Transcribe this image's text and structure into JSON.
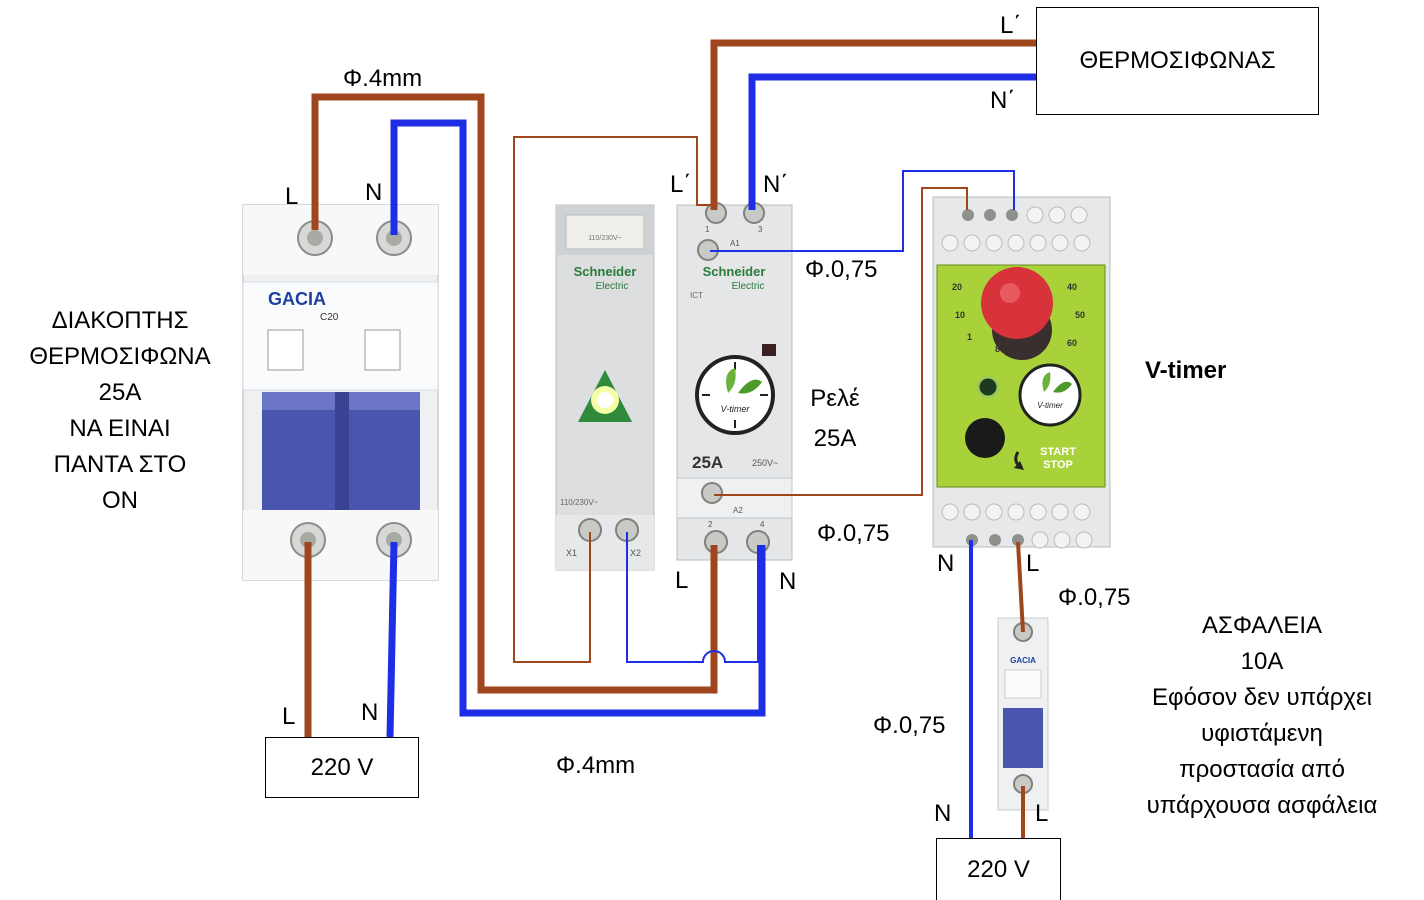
{
  "colors": {
    "live_wire": "#a0461e",
    "neutral_wire": "#1e2ee6",
    "breaker_handle": "#4a55b0",
    "indicator_green": "#8de04a",
    "timer_panel": "#a9d23a",
    "timer_knob": "#d8323a"
  },
  "labels": {
    "water_heater": "ΘΕΡΜΟΣΙΦΩΝΑΣ",
    "supply_left": "220 V",
    "supply_right": "220 V",
    "wire_top": "Φ.4mm",
    "wire_bottom": "Φ.4mm",
    "wire_relay_a1": "Φ.0,75",
    "wire_relay_a2": "Φ.0,75",
    "wire_fuse": "Φ.0,75",
    "wire_neutral_right": "Φ.0,75",
    "heater_L": "L΄",
    "heater_N": "N΄",
    "relay_L_out": "L΄",
    "relay_N_out": "N΄",
    "relay_L_in": "L",
    "relay_N_in": "N",
    "breaker_top_L": "L",
    "breaker_top_N": "N",
    "breaker_bottom_L": "L",
    "breaker_bottom_N": "N",
    "timer_N": "N",
    "timer_L": "L",
    "fuse_N": "N",
    "fuse_L": "L",
    "relay_title": "Ρελέ",
    "relay_rating": "25A",
    "timer_title": "V-timer",
    "breaker_note": [
      "ΔΙΑΚΟΠΤΗΣ",
      "ΘΕΡΜΟΣΙΦΩΝΑ",
      "25A",
      "ΝΑ ΕΙΝΑΙ",
      "ΠΑΝΤΑ ΣΤΟ",
      "ON"
    ],
    "fuse_note": [
      "ΑΣΦΑΛΕΙΑ",
      "10A",
      "Εφόσον δεν υπάρχει",
      "υφιστάμενη",
      "προστασία από",
      "υπάρχουσα ασφάλεια"
    ]
  },
  "devices": {
    "breaker_brand": "GACIA",
    "breaker_model": "C20",
    "indicator_brand": "Schneider",
    "indicator_brand_sub": "Electric",
    "indicator_voltage": "110/230V~",
    "indicator_terminal_1": "X1",
    "indicator_terminal_2": "X2",
    "relay_brand": "Schneider",
    "relay_brand_sub": "Electric",
    "relay_model": "ICT",
    "relay_face_rating": "25A",
    "relay_face_voltage": "250V~",
    "relay_terminal_1": "1",
    "relay_terminal_3": "3",
    "relay_terminal_2": "2",
    "relay_terminal_4": "4",
    "relay_coil_a1": "A1",
    "relay_coil_a2": "A2",
    "logo_text": "V-timer",
    "timer_dial_10": "10",
    "timer_dial_20": "20",
    "timer_dial_40": "40",
    "timer_dial_50": "50",
    "timer_dial_60": "60",
    "timer_dial_1": "1",
    "timer_dial_8": "8",
    "timer_start": "START",
    "timer_stop": "STOP",
    "fuse_brand": "GACIA"
  }
}
